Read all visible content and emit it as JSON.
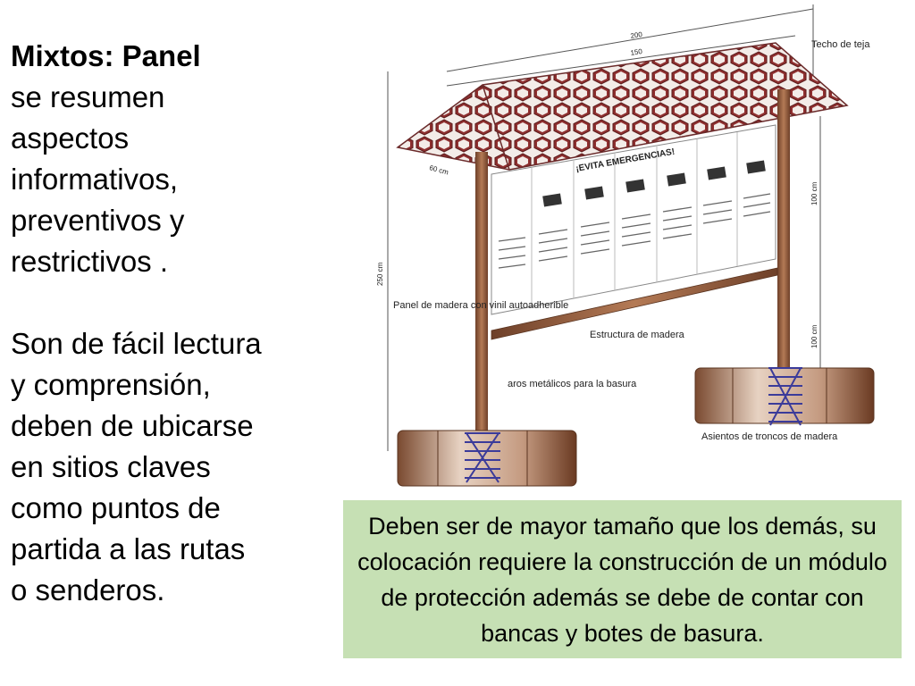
{
  "heading": {
    "title": "Mixtos: Panel",
    "lines": [
      "se resumen",
      "aspectos",
      "informativos,",
      "preventivos y",
      "restrictivos ."
    ]
  },
  "body_text": {
    "lines": [
      "Son de fácil lectura",
      "y comprensión,",
      "deben de ubicarse",
      "en sitios claves",
      "como puntos de",
      "partida a las rutas",
      "o senderos."
    ]
  },
  "caption": {
    "text": "Deben ser de mayor tamaño que los demás, su colocación requiere la construcción de un módulo de protección además se debe de contar con bancas y botes de basura."
  },
  "diagram": {
    "labels": {
      "roof": "Techo de teja",
      "panel": "Panel de madera con vinil autoadherible",
      "structure": "Estructura de madera",
      "rings": "aros metálicos para la basura",
      "seats": "Asientos de troncos de madera",
      "sign_title": "¡EVITA EMERGENCIAS!"
    },
    "dimensions": {
      "width_total": "200",
      "width_inner": "150",
      "depth": "60 cm",
      "height_total": "250 cm",
      "height_panel": "100 cm",
      "height_post": "100 cm"
    },
    "colors": {
      "roof": "#c6a09a",
      "wood": "#8b5a3c",
      "caption_bg": "#c6e0b4"
    }
  }
}
